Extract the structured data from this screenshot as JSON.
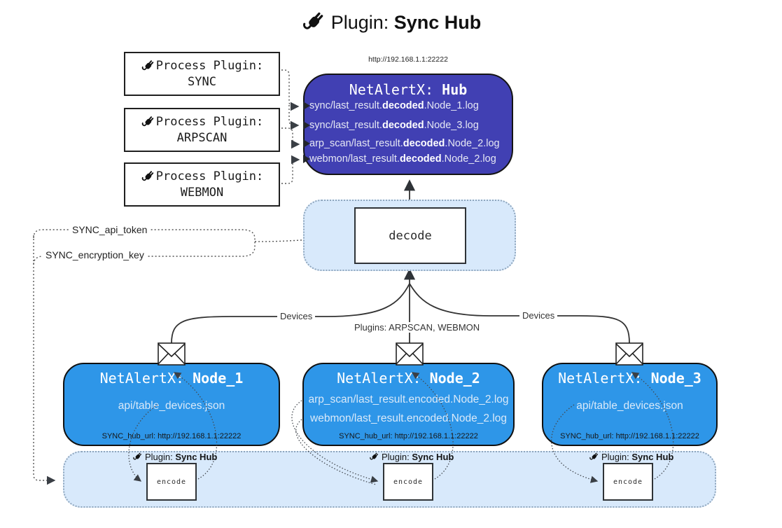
{
  "title": {
    "prefix": "Plugin: ",
    "bold": "Sync Hub"
  },
  "hub": {
    "url": "http://192.168.1.1:22222",
    "name_prefix": "NetAlertX: ",
    "name_bold": "Hub",
    "logs": [
      {
        "pre": "sync/last_result.",
        "bold": "decoded",
        "post": ".Node_1.log"
      },
      {
        "pre": "sync/last_result.",
        "bold": "decoded",
        "post": ".Node_3.log"
      },
      {
        "pre": "arp_scan/last_result.",
        "bold": "decoded",
        "post": ".Node_2.log"
      },
      {
        "pre": "webmon/last_result.",
        "bold": "decoded",
        "post": ".Node_2.log"
      }
    ]
  },
  "process_plugins": [
    {
      "label": "Process Plugin:",
      "name": "SYNC"
    },
    {
      "label": "Process Plugin:",
      "name": "ARPSCAN"
    },
    {
      "label": "Process Plugin:",
      "name": "WEBMON"
    }
  ],
  "decode": {
    "label": "decode"
  },
  "settings": {
    "api_token": "SYNC_api_token",
    "encryption_key": "SYNC_encryption_key"
  },
  "edges": {
    "devices_left": "Devices",
    "plugins_center": "Plugins: ARPSCAN, WEBMON",
    "devices_right": "Devices"
  },
  "nodes": [
    {
      "name_prefix": "NetAlertX: ",
      "name_bold": "Node_1",
      "files": [
        "api/table_devices.json"
      ],
      "hub_url": "SYNC_hub_url: http://192.168.1.1:22222"
    },
    {
      "name_prefix": "NetAlertX: ",
      "name_bold": "Node_2",
      "files": [
        "arp_scan/last_result.encoded.Node_2.log",
        "webmon/last_result.encoded.Node_2.log"
      ],
      "hub_url": "SYNC_hub_url: http://192.168.1.1:22222"
    },
    {
      "name_prefix": "NetAlertX: ",
      "name_bold": "Node_3",
      "files": [
        "api/table_devices.json"
      ],
      "hub_url": "SYNC_hub_url: http://192.168.1.1:22222"
    }
  ],
  "encoders": [
    {
      "label_prefix": "Plugin: ",
      "label_bold": "Sync Hub",
      "box": "encode"
    },
    {
      "label_prefix": "Plugin: ",
      "label_bold": "Sync Hub",
      "box": "encode"
    },
    {
      "label_prefix": "Plugin: ",
      "label_bold": "Sync Hub",
      "box": "encode"
    }
  ],
  "colors": {
    "hub_fill": "#4140b3",
    "node_fill": "#2e96e8",
    "panel_fill": "#d8e9fb",
    "panel_border": "#8fa6bd",
    "line": "#333333"
  }
}
